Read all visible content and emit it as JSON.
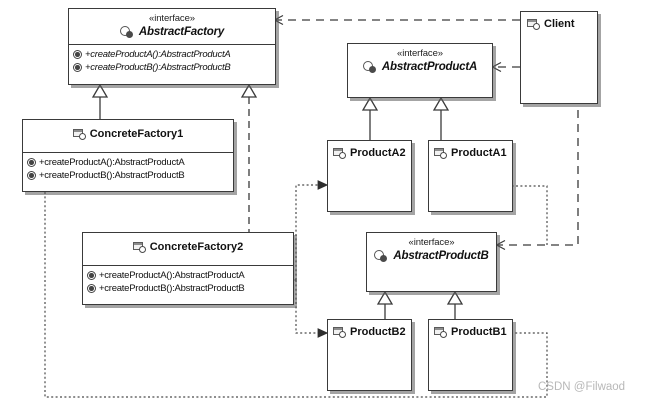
{
  "diagram": {
    "kind": "UML class diagram",
    "pattern": "Abstract Factory",
    "watermark": "CSDN @Filwaod",
    "stereotype_interface": "«interface»",
    "icons": {
      "interface": "interface-icon",
      "class": "class-icon",
      "operation": "operation-icon"
    }
  },
  "nodes": {
    "abstract_factory": {
      "name": "AbstractFactory",
      "stereotype": "«interface»",
      "operations": [
        "+createProductA():AbstractProductA",
        "+createProductB():AbstractProductB"
      ]
    },
    "concrete_factory1": {
      "name": "ConcreteFactory1",
      "stereotype": "",
      "operations": [
        "+createProductA():AbstractProductA",
        "+createProductB():AbstractProductB"
      ]
    },
    "concrete_factory2": {
      "name": "ConcreteFactory2",
      "stereotype": "",
      "operations": [
        "+createProductA():AbstractProductA",
        "+createProductB():AbstractProductB"
      ]
    },
    "abstract_product_a": {
      "name": "AbstractProductA",
      "stereotype": "«interface»",
      "operations": []
    },
    "abstract_product_b": {
      "name": "AbstractProductB",
      "stereotype": "«interface»",
      "operations": []
    },
    "product_a2": {
      "name": "ProductA2",
      "stereotype": "",
      "operations": []
    },
    "product_a1": {
      "name": "ProductA1",
      "stereotype": "",
      "operations": []
    },
    "product_b2": {
      "name": "ProductB2",
      "stereotype": "",
      "operations": []
    },
    "product_b1": {
      "name": "ProductB1",
      "stereotype": "",
      "operations": []
    },
    "client": {
      "name": "Client",
      "stereotype": "",
      "operations": []
    }
  },
  "relations": [
    {
      "type": "realization",
      "from": "ConcreteFactory1",
      "to": "AbstractFactory"
    },
    {
      "type": "realization",
      "from": "ConcreteFactory2",
      "to": "AbstractFactory"
    },
    {
      "type": "realization",
      "from": "ProductA2",
      "to": "AbstractProductA"
    },
    {
      "type": "realization",
      "from": "ProductA1",
      "to": "AbstractProductA"
    },
    {
      "type": "realization",
      "from": "ProductB2",
      "to": "AbstractProductB"
    },
    {
      "type": "realization",
      "from": "ProductB1",
      "to": "AbstractProductB"
    },
    {
      "type": "dependency",
      "from": "Client",
      "to": "AbstractFactory"
    },
    {
      "type": "dependency",
      "from": "Client",
      "to": "AbstractProductA"
    },
    {
      "type": "dependency",
      "from": "Client",
      "to": "AbstractProductB"
    },
    {
      "type": "dependency",
      "from": "Client",
      "to": "ProductA1"
    },
    {
      "type": "dependency",
      "from": "ConcreteFactory1",
      "to": "ProductB1"
    },
    {
      "type": "dependency",
      "from": "ConcreteFactory2",
      "to": "ProductA2"
    },
    {
      "type": "dependency",
      "from": "ConcreteFactory2",
      "to": "ProductB2"
    }
  ],
  "colors": {
    "stroke": "#3a3a3a",
    "fill": "#ffffff",
    "shadow": "#5a5a5a",
    "watermark": "#b8b8b8"
  }
}
